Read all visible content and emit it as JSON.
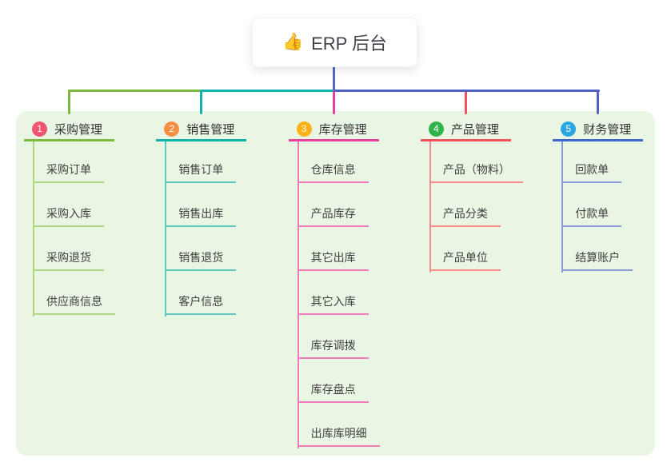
{
  "root": {
    "icon": "👍",
    "title": "ERP 后台"
  },
  "palette": {
    "panel_bg": "#e9f6e3",
    "trunk_color": "#5566c5"
  },
  "branches": [
    {
      "badge": "1",
      "label": "采购管理",
      "badge_color": "#f0566f",
      "color": "#7cb93f",
      "sub_color": "#aed583",
      "items": [
        "采购订单",
        "采购入库",
        "采购退货",
        "供应商信息"
      ]
    },
    {
      "badge": "2",
      "label": "销售管理",
      "badge_color": "#f68f42",
      "color": "#12b3ab",
      "sub_color": "#5fc9c0",
      "items": [
        "销售订单",
        "销售出库",
        "销售退货",
        "客户信息"
      ]
    },
    {
      "badge": "3",
      "label": "库存管理",
      "badge_color": "#fbb117",
      "color": "#e8409d",
      "sub_color": "#ef79bb",
      "items": [
        "仓库信息",
        "产品库存",
        "其它出库",
        "其它入库",
        "库存调拨",
        "库存盘点",
        "出库库明细"
      ]
    },
    {
      "badge": "4",
      "label": "产品管理",
      "badge_color": "#2fb34b",
      "color": "#f4515c",
      "sub_color": "#f78c89",
      "items": [
        "产品（物料）",
        "产品分类",
        "产品单位"
      ]
    },
    {
      "badge": "5",
      "label": "财务管理",
      "badge_color": "#2aa7e0",
      "color": "#3e68d0",
      "edge_color": "#5061c4",
      "sub_color": "#8b9bda",
      "items": [
        "回款单",
        "付款单",
        "结算账户"
      ]
    }
  ]
}
